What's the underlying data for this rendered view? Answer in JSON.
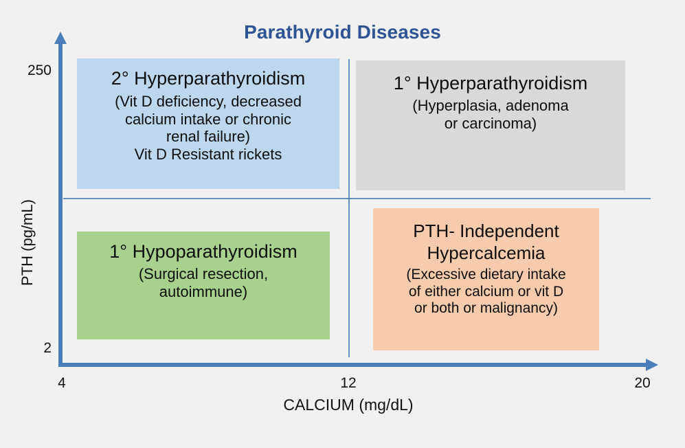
{
  "title": "Parathyroid Diseases",
  "colors": {
    "background": "#f1f1f1",
    "title": "#2E5496",
    "axis": "#4A7EBB",
    "box_2hyper": "#BDD7EE",
    "box_1hyper": "#D9D9D9",
    "box_1hypo": "#A9D18E",
    "box_pth_independent": "#F8CBAD",
    "text": "#0D0D0D"
  },
  "axes": {
    "y": {
      "label": "PTH (pg/mL)",
      "ticks": [
        "250",
        "2"
      ],
      "min": "2",
      "max": "250"
    },
    "x": {
      "label": "CALCIUM (mg/dL)",
      "ticks": [
        "4",
        "12",
        "20"
      ],
      "min": "4",
      "max": "20"
    }
  },
  "quadrants": {
    "top_left": {
      "heading": "2° Hyperparathyroidism",
      "lines": [
        "(Vit D deficiency, decreased",
        "calcium intake or chronic",
        "renal failure)",
        "Vit D Resistant rickets"
      ]
    },
    "top_right": {
      "heading": "1° Hyperparathyroidism",
      "lines": [
        "(Hyperplasia, adenoma",
        "or carcinoma)"
      ]
    },
    "bottom_left": {
      "heading": "1° Hypoparathyroidism",
      "lines": [
        "(Surgical resection,",
        "autoimmune)"
      ]
    },
    "bottom_right": {
      "heading_line1": "PTH- Independent",
      "heading_line2": "Hypercalcemia",
      "lines": [
        "(Excessive dietary intake",
        "of either calcium or vit D",
        "or both or malignancy)"
      ]
    }
  }
}
